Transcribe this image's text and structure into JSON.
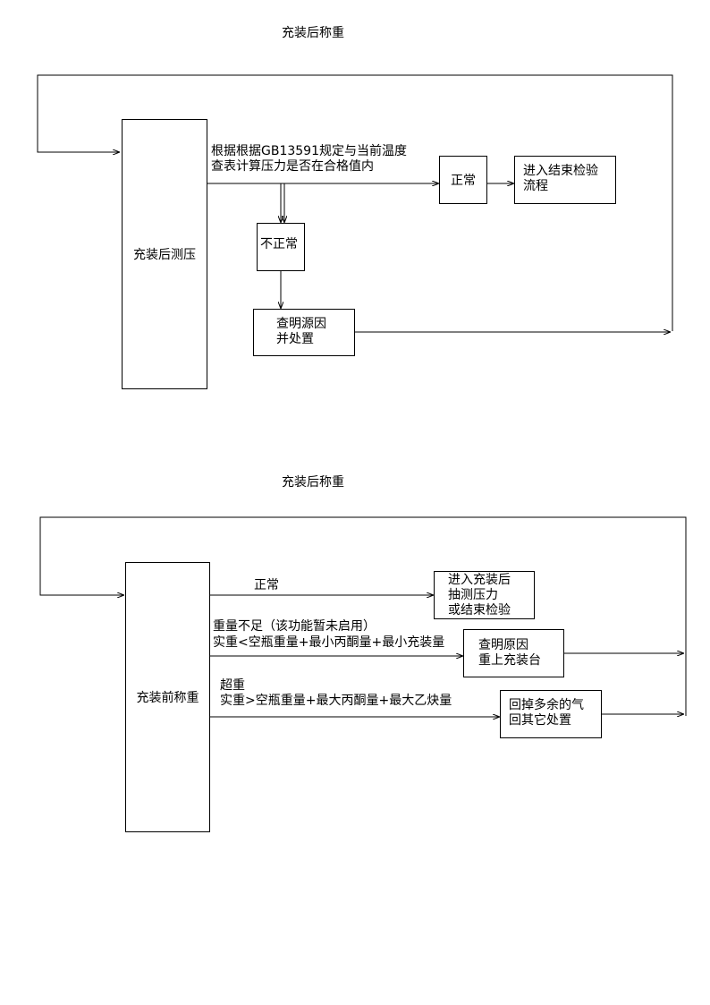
{
  "diagram1": {
    "title": "充装后称重",
    "main_box": "充装后测压",
    "cond_line1": "根据根据GB13591规定与当前温度",
    "cond_line2": "查表计算压力是否在合格值内",
    "normal": "正常",
    "end_line1": "进入结束检验",
    "end_line2": "流程",
    "abnormal": "不正常",
    "handle_line1": "查明源因",
    "handle_line2": "并处置"
  },
  "diagram2": {
    "title": "充装后称重",
    "main_box": "充装前称重",
    "normal_label": "正常",
    "next_line1": "进入充装后",
    "next_line2": "抽测压力",
    "next_line3": "或结束检验",
    "under_line1": "重量不足（该功能暂未启用）",
    "under_line2": "实重<空瓶重量+最小丙酮量+最小充装量",
    "under_action_line1": "查明原因",
    "under_action_line2": "重上充装台",
    "over_line1": "超重",
    "over_line2": "实重>空瓶重量+最大丙酮量+最大乙炔量",
    "over_action_line1": "回掉多余的气",
    "over_action_line2": "回其它处置"
  }
}
